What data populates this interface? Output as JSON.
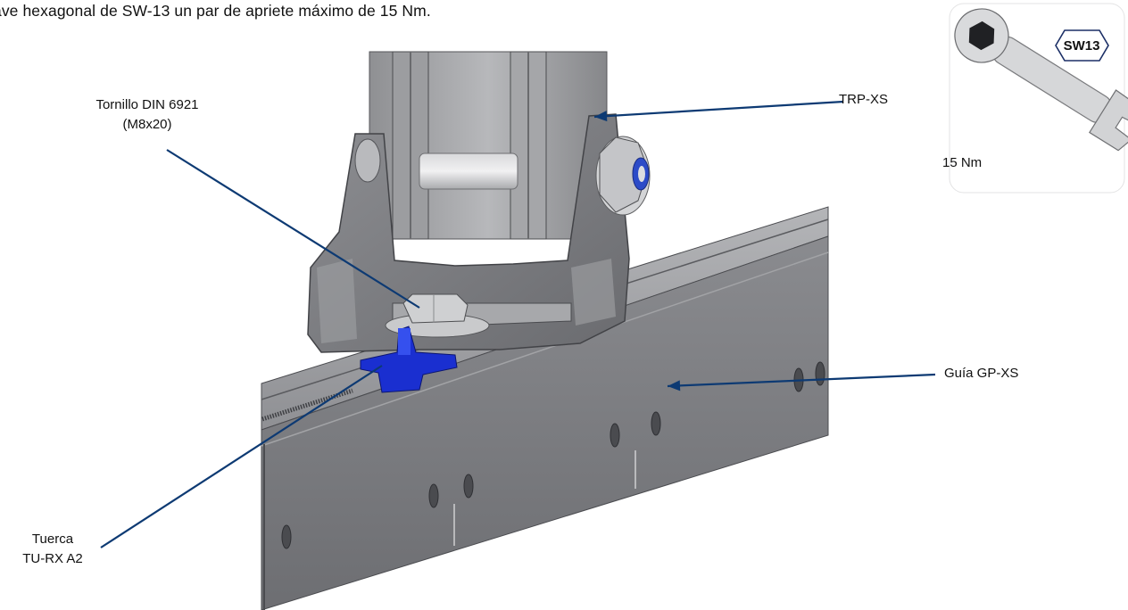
{
  "caption": "ave hexagonal de SW-13 un par de apriete máximo de 15 Nm.",
  "labels": {
    "bolt_line1": "Tornillo DIN 6921",
    "bolt_line2": "(M8x20)",
    "trp": "TRP-XS",
    "guide": "Guía GP-XS",
    "nut_line1": "Tuerca",
    "nut_line2": "TU-RX A2"
  },
  "wrench": {
    "size_badge": "SW13",
    "torque": "15 Nm"
  },
  "colors": {
    "leader": "#0d3a73",
    "nut_blue": "#1a2fd0",
    "steel_dark": "#5f6064",
    "steel_mid": "#8e8f93",
    "steel_light": "#b9babd"
  }
}
